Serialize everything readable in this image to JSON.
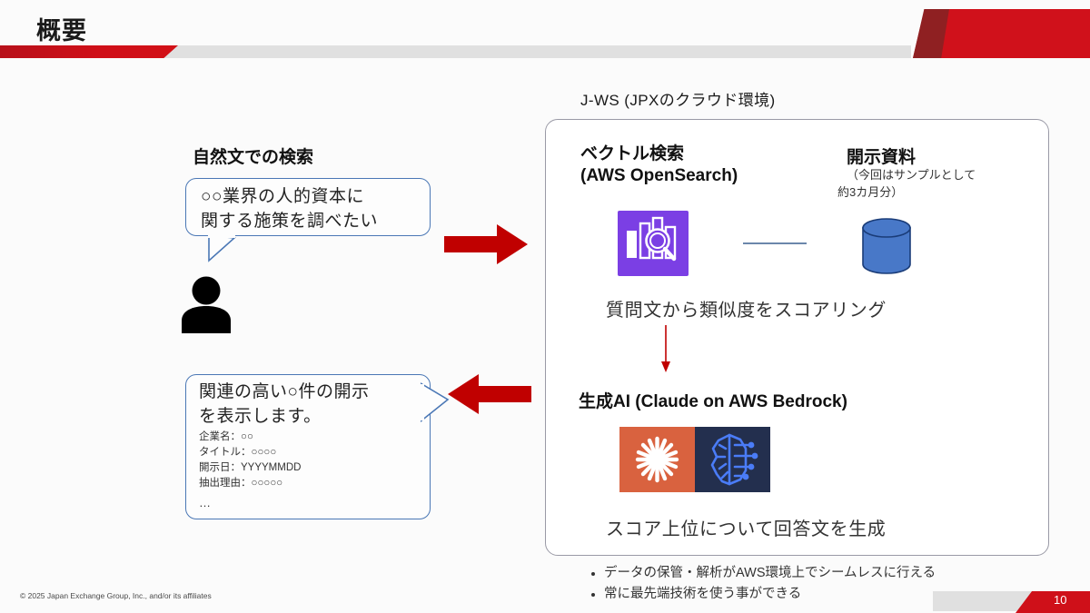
{
  "header": {
    "title": "概要",
    "corner_icon": "red-banner"
  },
  "left": {
    "heading": "自然文での検索",
    "query_bubble": {
      "line1": "○○業界の人的資本に",
      "line2": "関する施策を調べたい"
    },
    "person_icon": "user-silhouette-icon",
    "answer_bubble": {
      "line1": "関連の高い○件の開示",
      "line2": "を表示します。",
      "fields": [
        "企業名：○○",
        "タイトル：○○○○",
        "開示日：YYYYMMDD",
        "抽出理由：○○○○○"
      ],
      "ellipsis": "…"
    }
  },
  "arrows": {
    "right_arrow_icon": "arrow-right-icon",
    "left_arrow_icon": "arrow-left-icon",
    "down_arrow_icon": "arrow-down-icon",
    "arrow_color": "#c00000",
    "down_arrow_color": "#c00000"
  },
  "panel": {
    "label": "J-WS (JPXのクラウド環境)",
    "vector_search": {
      "title_line1": "ベクトル検索",
      "title_line2": "(AWS OpenSearch)",
      "icon": "aws-opensearch-icon",
      "icon_color": "#7b3fe4"
    },
    "disclosure": {
      "title": "開示資料",
      "note_line1": "（今回はサンプルとして",
      "note_line2": "約3カ月分）",
      "icon": "database-cylinder-icon",
      "icon_color": "#4878c8"
    },
    "connector": "connector-line",
    "scoring_text": "質問文から類似度をスコアリング",
    "genai": {
      "title": "生成AI (Claude on AWS Bedrock)",
      "claude_icon": "claude-logo-icon",
      "claude_color": "#d9623f",
      "bedrock_icon": "aws-bedrock-icon",
      "bedrock_color": "#232f4e"
    },
    "generate_text": "スコア上位について回答文を生成"
  },
  "bullets": [
    "データの保管・解析がAWS環境上でシームレスに行える",
    "常に最先端技術を使う事ができる"
  ],
  "footer": {
    "copyright": "© 2025 Japan Exchange Group, Inc., and/or its affiliates",
    "page_number": "10"
  }
}
